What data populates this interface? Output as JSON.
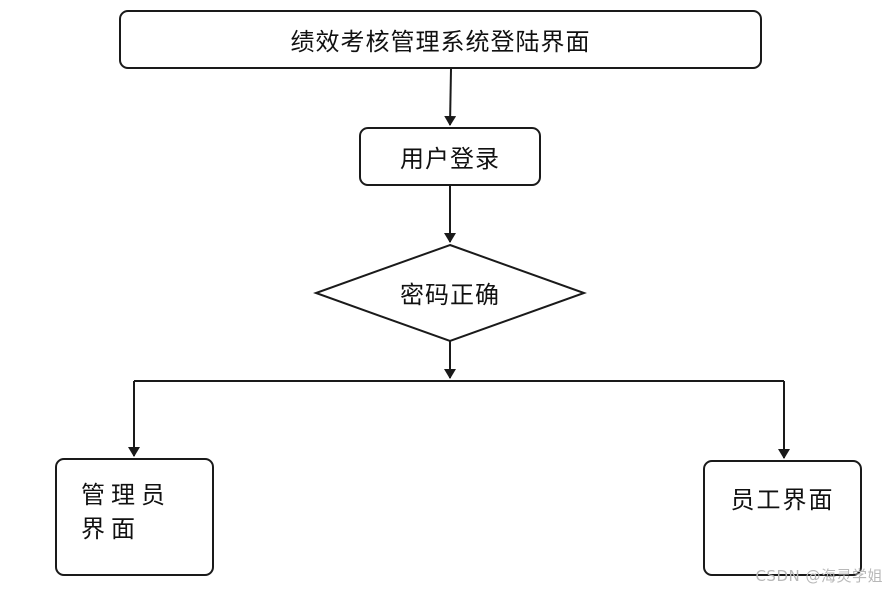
{
  "nodes": {
    "title": "绩效考核管理系统登陆界面",
    "login": "用户登录",
    "decision": "密码正确",
    "admin": "管理员界面",
    "staff": "员工界面"
  },
  "watermark": "CSDN @海灵学姐"
}
